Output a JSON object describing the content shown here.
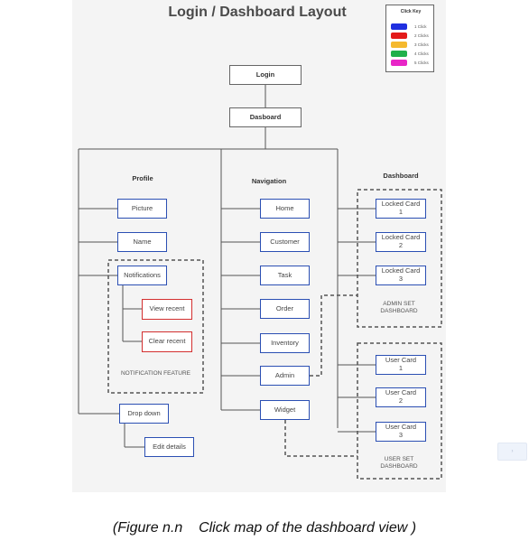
{
  "diagram": {
    "title": "Login / Dashboard Layout",
    "caption": "(Figure n.n    Click map of the dashboard view )",
    "legend": {
      "title": "Click Key",
      "items": [
        {
          "label": "1 Click",
          "color": "#1f2fe0"
        },
        {
          "label": "2 Clicks",
          "color": "#e31b1b"
        },
        {
          "label": "3 Clicks",
          "color": "#f5b92e"
        },
        {
          "label": "4 Clicks",
          "color": "#21b04b"
        },
        {
          "label": "5 Clicks",
          "color": "#e826c7"
        }
      ]
    },
    "top_nodes": {
      "login": "Login",
      "dashboard": "Dasboard"
    },
    "columns": {
      "profile": "Profile",
      "navigation": "Navigation",
      "dashboard": "Dashboard"
    },
    "profile_items": {
      "picture": "Picture",
      "name": "Name",
      "notifications": "Notifications",
      "view_recent": "View recent",
      "clear_recent": "Clear recent",
      "notification_group": "NOTIFICATION FEATURE",
      "drop_down": "Drop down",
      "edit_details": "Edit details"
    },
    "navigation_items": [
      "Home",
      "Customer",
      "Task",
      "Order",
      "Inventory",
      "Admin",
      "Widget"
    ],
    "admin_cards": [
      {
        "line1": "Locked Card",
        "line2": "1"
      },
      {
        "line1": "Locked Card",
        "line2": "2"
      },
      {
        "line1": "Locked Card",
        "line2": "3"
      }
    ],
    "admin_group": {
      "line1": "ADMIN SET",
      "line2": "DASHBOARD"
    },
    "user_cards": [
      {
        "line1": "User Card",
        "line2": "1"
      },
      {
        "line1": "User Card",
        "line2": "2"
      },
      {
        "line1": "User Card",
        "line2": "3"
      }
    ],
    "user_group": {
      "line1": "USER SET",
      "line2": "DASHBOARD"
    },
    "colors": {
      "link_border": "#2b4fb3",
      "warn_border": "#d32f2f",
      "connector": "#555555"
    }
  }
}
